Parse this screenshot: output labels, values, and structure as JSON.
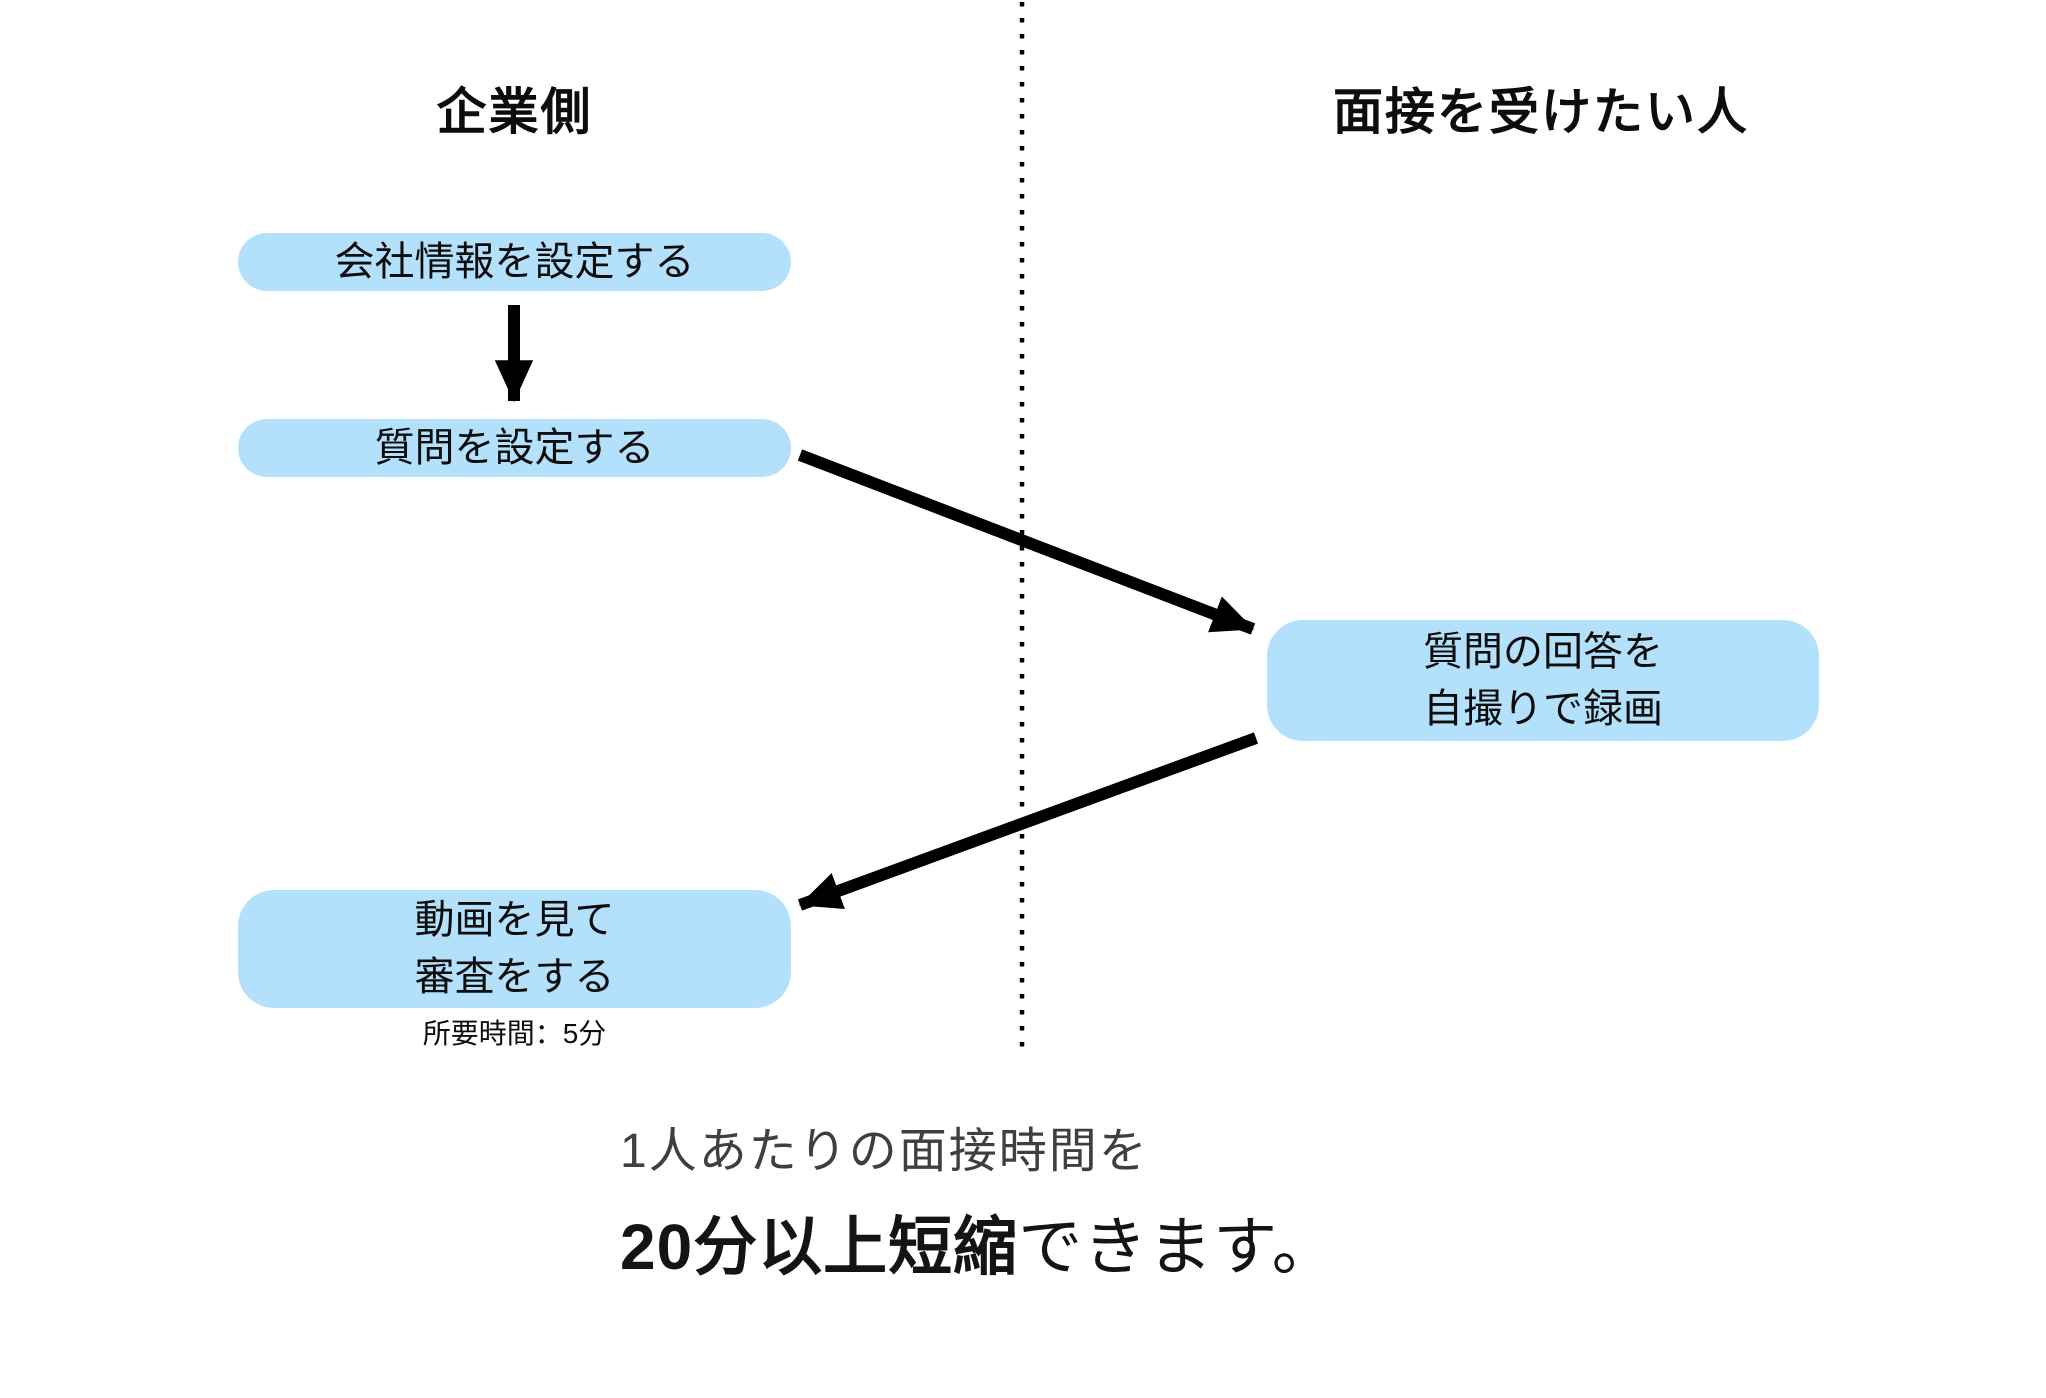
{
  "headers": {
    "company": "企業側",
    "interviewee": "面接を受けたい人"
  },
  "boxes": {
    "company_info": {
      "line1": "会社情報を設定する"
    },
    "questions": {
      "line1": "質問を設定する"
    },
    "record": {
      "line1": "質問の回答を",
      "line2": "自撮りで録画"
    },
    "review": {
      "line1": "動画を見て",
      "line2": "審査をする",
      "caption": "所要時間：5分"
    }
  },
  "footer": {
    "line1": "1人あたりの面接時間を",
    "highlight": "20分以上短縮",
    "rest": "できます。"
  },
  "colors": {
    "box_fill": "#b3e1fc",
    "arrow": "#000000",
    "divider": "#000000",
    "footer_muted": "#3f3f3f",
    "footer_strong": "#141414"
  }
}
